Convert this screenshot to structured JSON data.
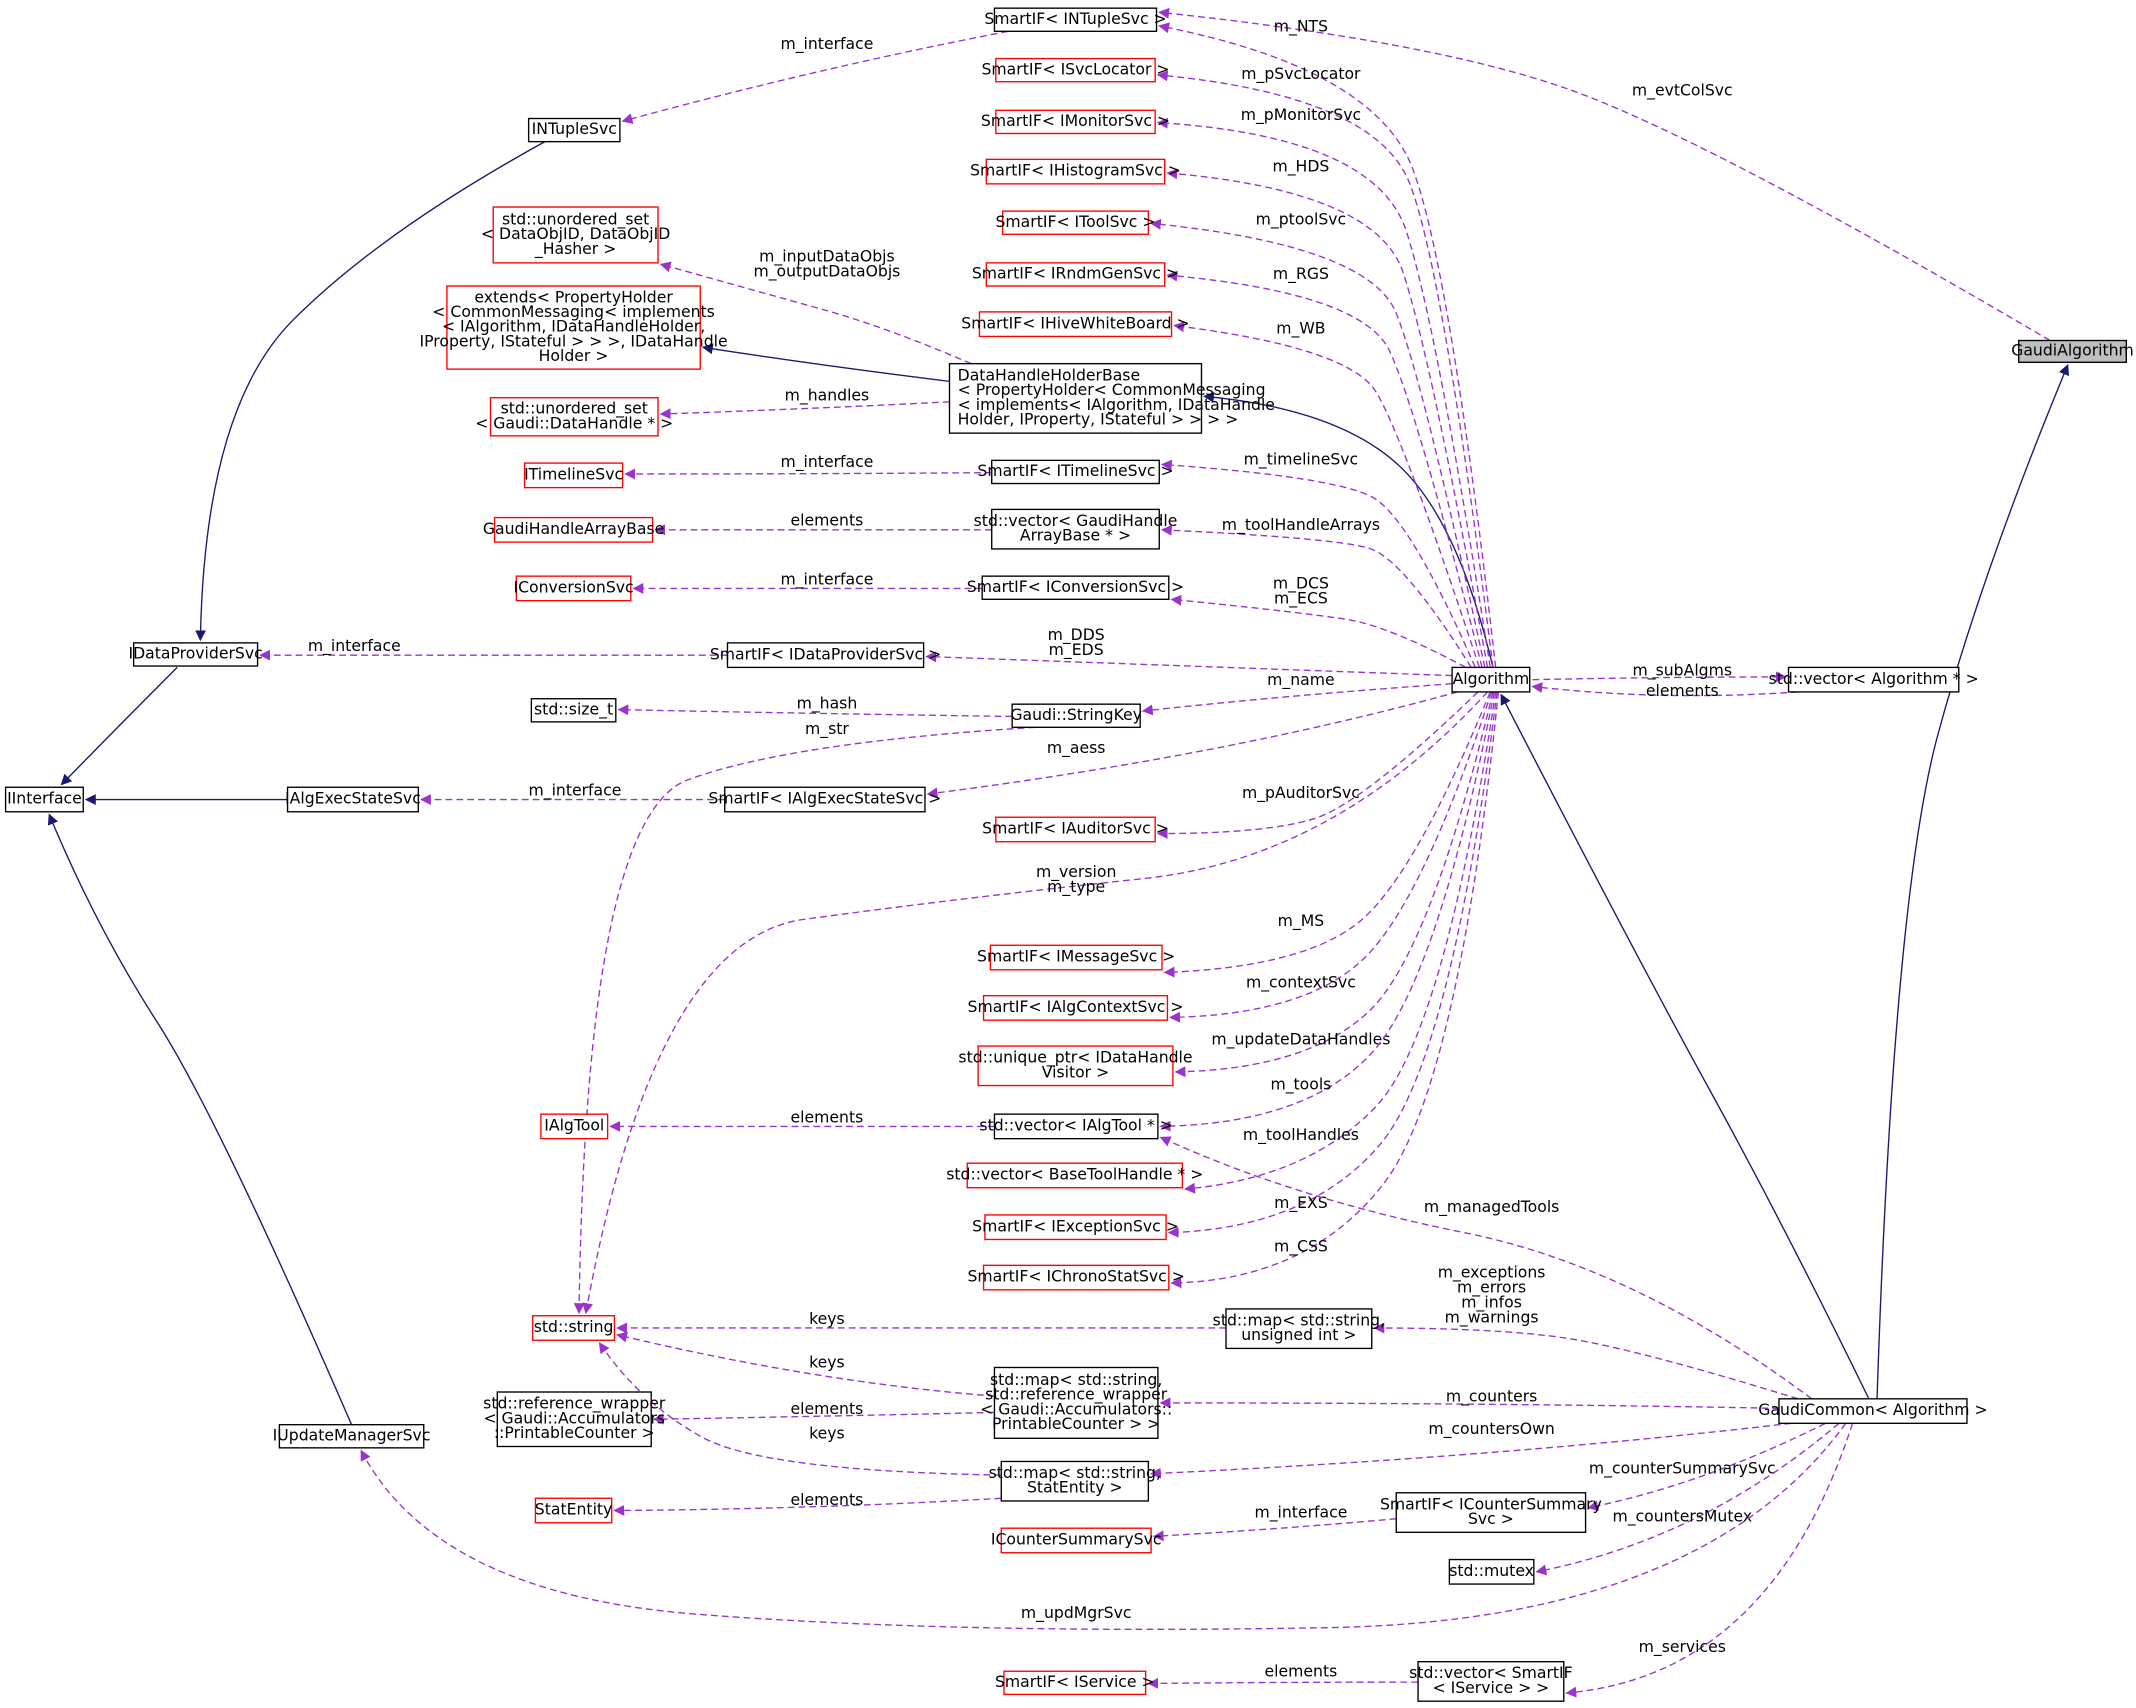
{
  "colors": {
    "inherit_edge": "#191970",
    "use_edge": "#9a32cd",
    "highlight_fill": "#bfbfbf",
    "missing_border": "#ff0000"
  },
  "nodes": [
    {
      "id": "GaudiAlgorithm",
      "lines": [
        "GaudiAlgorithm"
      ],
      "style": "gray"
    },
    {
      "id": "INTupleSvc",
      "lines": [
        "INTupleSvc"
      ],
      "style": "black"
    },
    {
      "id": "IDataProviderSvc",
      "lines": [
        "IDataProviderSvc"
      ],
      "style": "black"
    },
    {
      "id": "IInterface",
      "lines": [
        "IInterface"
      ],
      "style": "black"
    },
    {
      "id": "stdsize",
      "lines": [
        "std::size_t"
      ],
      "style": "black"
    },
    {
      "id": "IAlgExecStateSvc",
      "lines": [
        "IAlgExecStateSvc"
      ],
      "style": "black"
    },
    {
      "id": "IUpdateManagerSvc",
      "lines": [
        "IUpdateManagerSvc"
      ],
      "style": "black"
    },
    {
      "id": "uset_dataobj",
      "lines": [
        "std::unordered_set",
        "< DataObjID, DataObjID",
        "_Hasher >"
      ],
      "style": "red"
    },
    {
      "id": "extends",
      "lines": [
        "extends< PropertyHolder",
        "< CommonMessaging< implements",
        "< IAlgorithm, IDataHandleHolder,",
        "IProperty, IStateful > > >, IDataHandle",
        "Holder >"
      ],
      "style": "red"
    },
    {
      "id": "uset_handle",
      "lines": [
        "std::unordered_set",
        "< Gaudi::DataHandle * >"
      ],
      "style": "red"
    },
    {
      "id": "ITimelineSvc",
      "lines": [
        "ITimelineSvc"
      ],
      "style": "red"
    },
    {
      "id": "GaudiHandleArrayBase",
      "lines": [
        "GaudiHandleArrayBase"
      ],
      "style": "red"
    },
    {
      "id": "IConversionSvc",
      "lines": [
        "IConversionSvc"
      ],
      "style": "red"
    },
    {
      "id": "stdstring",
      "lines": [
        "std::string"
      ],
      "style": "red"
    },
    {
      "id": "refwrap",
      "lines": [
        "std::reference_wrapper",
        "< Gaudi::Accumulators",
        "::PrintableCounter >"
      ],
      "style": "black"
    },
    {
      "id": "StatEntity",
      "lines": [
        "StatEntity"
      ],
      "style": "red"
    },
    {
      "id": "IAlgTool",
      "lines": [
        "IAlgTool"
      ],
      "style": "red"
    },
    {
      "id": "sp_INTupleSvc",
      "lines": [
        "SmartIF< INTupleSvc >"
      ],
      "style": "black"
    },
    {
      "id": "sp_ISvcLocator",
      "lines": [
        "SmartIF< ISvcLocator >"
      ],
      "style": "red"
    },
    {
      "id": "sp_IMonitorSvc",
      "lines": [
        "SmartIF< IMonitorSvc >"
      ],
      "style": "red"
    },
    {
      "id": "sp_IHistogramSvc",
      "lines": [
        "SmartIF< IHistogramSvc >"
      ],
      "style": "red"
    },
    {
      "id": "sp_IToolSvc",
      "lines": [
        "SmartIF< IToolSvc >"
      ],
      "style": "red"
    },
    {
      "id": "sp_IRndmGenSvc",
      "lines": [
        "SmartIF< IRndmGenSvc >"
      ],
      "style": "red"
    },
    {
      "id": "sp_IHiveWhiteBoard",
      "lines": [
        "SmartIF< IHiveWhiteBoard >"
      ],
      "style": "red"
    },
    {
      "id": "DHHB",
      "lines": [
        "DataHandleHolderBase",
        "< PropertyHolder< CommonMessaging",
        "< implements< IAlgorithm, IDataHandle",
        "Holder, IProperty, IStateful > > > >"
      ],
      "style": "black"
    },
    {
      "id": "sp_ITimelineSvc",
      "lines": [
        "SmartIF< ITimelineSvc >"
      ],
      "style": "black"
    },
    {
      "id": "vec_GHAB",
      "lines": [
        "std::vector< GaudiHandle",
        "ArrayBase * >"
      ],
      "style": "black"
    },
    {
      "id": "sp_IConversionSvc",
      "lines": [
        "SmartIF< IConversionSvc >"
      ],
      "style": "black"
    },
    {
      "id": "sp_IDataProviderSvc",
      "lines": [
        "SmartIF< IDataProviderSvc >"
      ],
      "style": "black"
    },
    {
      "id": "StringKey",
      "lines": [
        "Gaudi::StringKey"
      ],
      "style": "black"
    },
    {
      "id": "sp_IAlgExecStateSvc",
      "lines": [
        "SmartIF< IAlgExecStateSvc >"
      ],
      "style": "black"
    },
    {
      "id": "sp_IAuditorSvc",
      "lines": [
        "SmartIF< IAuditorSvc >"
      ],
      "style": "red"
    },
    {
      "id": "sp_IMessageSvc",
      "lines": [
        "SmartIF< IMessageSvc >"
      ],
      "style": "red"
    },
    {
      "id": "sp_IAlgContextSvc",
      "lines": [
        "SmartIF< IAlgContextSvc >"
      ],
      "style": "red"
    },
    {
      "id": "uptr_visitor",
      "lines": [
        "std::unique_ptr< IDataHandle",
        "Visitor >"
      ],
      "style": "red"
    },
    {
      "id": "vec_IAlgTool",
      "lines": [
        "std::vector< IAlgTool * >"
      ],
      "style": "black"
    },
    {
      "id": "vec_BTH",
      "lines": [
        "std::vector< BaseToolHandle * >"
      ],
      "style": "red"
    },
    {
      "id": "sp_IExceptionSvc",
      "lines": [
        "SmartIF< IExceptionSvc >"
      ],
      "style": "red"
    },
    {
      "id": "sp_IChronoStatSvc",
      "lines": [
        "SmartIF< IChronoStatSvc >"
      ],
      "style": "red"
    },
    {
      "id": "map_uint",
      "lines": [
        "std::map< std::string,",
        "unsigned int >"
      ],
      "style": "black"
    },
    {
      "id": "map_refwrap",
      "lines": [
        "std::map< std::string,",
        "std::reference_wrapper",
        "< Gaudi::Accumulators::",
        "PrintableCounter > >"
      ],
      "style": "black"
    },
    {
      "id": "map_stat",
      "lines": [
        "std::map< std::string,",
        "StatEntity >"
      ],
      "style": "black"
    },
    {
      "id": "ICounterSummarySvc",
      "lines": [
        "ICounterSummarySvc"
      ],
      "style": "red"
    },
    {
      "id": "sp_IService",
      "lines": [
        "SmartIF< IService >"
      ],
      "style": "red"
    },
    {
      "id": "Algorithm",
      "lines": [
        "Algorithm"
      ],
      "style": "black"
    },
    {
      "id": "vec_Algorithm",
      "lines": [
        "std::vector< Algorithm * >"
      ],
      "style": "black"
    },
    {
      "id": "GaudiCommon",
      "lines": [
        "GaudiCommon< Algorithm >"
      ],
      "style": "black"
    },
    {
      "id": "sp_ICounterSummary",
      "lines": [
        "SmartIF< ICounterSummary",
        "Svc >"
      ],
      "style": "black"
    },
    {
      "id": "stdmutex",
      "lines": [
        "std::mutex"
      ],
      "style": "black"
    },
    {
      "id": "vec_IService",
      "lines": [
        "std::vector< SmartIF",
        "< IService > >"
      ],
      "style": "black"
    }
  ],
  "edges": [
    {
      "from": "GaudiCommon",
      "to": "GaudiAlgorithm",
      "kind": "inherit",
      "labels": []
    },
    {
      "from": "Algorithm",
      "to": "GaudiCommon",
      "kind": "inherit",
      "labels": []
    },
    {
      "from": "DHHB",
      "to": "Algorithm",
      "kind": "inherit",
      "labels": []
    },
    {
      "from": "extends",
      "to": "DHHB",
      "kind": "inherit",
      "labels": []
    },
    {
      "from": "INTupleSvc",
      "to": "IDataProviderSvc",
      "kind": "inherit",
      "labels": []
    },
    {
      "from": "IDataProviderSvc",
      "to": "IInterface",
      "kind": "inherit",
      "labels": []
    },
    {
      "from": "IAlgExecStateSvc",
      "to": "IInterface",
      "kind": "inherit",
      "labels": []
    },
    {
      "from": "IUpdateManagerSvc",
      "to": "IInterface",
      "kind": "inherit",
      "labels": []
    },
    {
      "from": "sp_INTupleSvc",
      "to": "INTupleSvc",
      "kind": "use",
      "labels": [
        "m_interface"
      ]
    },
    {
      "from": "GaudiAlgorithm",
      "to": "sp_INTupleSvc",
      "kind": "use",
      "labels": [
        "m_evtColSvc"
      ]
    },
    {
      "from": "Algorithm",
      "to": "sp_INTupleSvc",
      "kind": "use",
      "labels": [
        "m_NTS"
      ]
    },
    {
      "from": "Algorithm",
      "to": "sp_ISvcLocator",
      "kind": "use",
      "labels": [
        "m_pSvcLocator"
      ]
    },
    {
      "from": "Algorithm",
      "to": "sp_IMonitorSvc",
      "kind": "use",
      "labels": [
        "m_pMonitorSvc"
      ]
    },
    {
      "from": "Algorithm",
      "to": "sp_IHistogramSvc",
      "kind": "use",
      "labels": [
        "m_HDS"
      ]
    },
    {
      "from": "Algorithm",
      "to": "sp_IToolSvc",
      "kind": "use",
      "labels": [
        "m_ptoolSvc"
      ]
    },
    {
      "from": "Algorithm",
      "to": "sp_IRndmGenSvc",
      "kind": "use",
      "labels": [
        "m_RGS"
      ]
    },
    {
      "from": "Algorithm",
      "to": "sp_IHiveWhiteBoard",
      "kind": "use",
      "labels": [
        "m_WB"
      ]
    },
    {
      "from": "DHHB",
      "to": "uset_dataobj",
      "kind": "use",
      "labels": [
        "m_inputDataObjs",
        "m_outputDataObjs"
      ]
    },
    {
      "from": "DHHB",
      "to": "uset_handle",
      "kind": "use",
      "labels": [
        "m_handles"
      ]
    },
    {
      "from": "sp_ITimelineSvc",
      "to": "ITimelineSvc",
      "kind": "use",
      "labels": [
        "m_interface"
      ]
    },
    {
      "from": "Algorithm",
      "to": "sp_ITimelineSvc",
      "kind": "use",
      "labels": [
        "m_timelineSvc"
      ]
    },
    {
      "from": "vec_GHAB",
      "to": "GaudiHandleArrayBase",
      "kind": "use",
      "labels": [
        "elements"
      ]
    },
    {
      "from": "Algorithm",
      "to": "vec_GHAB",
      "kind": "use",
      "labels": [
        "m_toolHandleArrays"
      ]
    },
    {
      "from": "sp_IConversionSvc",
      "to": "IConversionSvc",
      "kind": "use",
      "labels": [
        "m_interface"
      ]
    },
    {
      "from": "Algorithm",
      "to": "sp_IConversionSvc",
      "kind": "use",
      "labels": [
        "m_DCS",
        "m_ECS"
      ]
    },
    {
      "from": "sp_IDataProviderSvc",
      "to": "IDataProviderSvc",
      "kind": "use",
      "labels": [
        "m_interface"
      ]
    },
    {
      "from": "Algorithm",
      "to": "sp_IDataProviderSvc",
      "kind": "use",
      "labels": [
        "m_DDS",
        "m_EDS"
      ]
    },
    {
      "from": "StringKey",
      "to": "stdsize",
      "kind": "use",
      "labels": [
        "m_hash"
      ]
    },
    {
      "from": "StringKey",
      "to": "stdstring",
      "kind": "use",
      "labels": [
        "m_str"
      ]
    },
    {
      "from": "Algorithm",
      "to": "StringKey",
      "kind": "use",
      "labels": [
        "m_name"
      ]
    },
    {
      "from": "sp_IAlgExecStateSvc",
      "to": "IAlgExecStateSvc",
      "kind": "use",
      "labels": [
        "m_interface"
      ]
    },
    {
      "from": "Algorithm",
      "to": "sp_IAlgExecStateSvc",
      "kind": "use",
      "labels": [
        "m_aess"
      ]
    },
    {
      "from": "Algorithm",
      "to": "sp_IAuditorSvc",
      "kind": "use",
      "labels": [
        "m_pAuditorSvc"
      ]
    },
    {
      "from": "Algorithm",
      "to": "stdstring",
      "kind": "use",
      "labels": [
        "m_version",
        "m_type"
      ]
    },
    {
      "from": "Algorithm",
      "to": "sp_IMessageSvc",
      "kind": "use",
      "labels": [
        "m_MS"
      ]
    },
    {
      "from": "Algorithm",
      "to": "sp_IAlgContextSvc",
      "kind": "use",
      "labels": [
        "m_contextSvc"
      ]
    },
    {
      "from": "Algorithm",
      "to": "uptr_visitor",
      "kind": "use",
      "labels": [
        "m_updateDataHandles"
      ]
    },
    {
      "from": "Algorithm",
      "to": "vec_IAlgTool",
      "kind": "use",
      "labels": [
        "m_tools"
      ]
    },
    {
      "from": "vec_IAlgTool",
      "to": "IAlgTool",
      "kind": "use",
      "labels": [
        "elements"
      ]
    },
    {
      "from": "Algorithm",
      "to": "vec_BTH",
      "kind": "use",
      "labels": [
        "m_toolHandles"
      ]
    },
    {
      "from": "Algorithm",
      "to": "sp_IExceptionSvc",
      "kind": "use",
      "labels": [
        "m_EXS"
      ]
    },
    {
      "from": "Algorithm",
      "to": "sp_IChronoStatSvc",
      "kind": "use",
      "labels": [
        "m_CSS"
      ]
    },
    {
      "from": "Algorithm",
      "to": "vec_Algorithm",
      "kind": "use",
      "labels": [
        "m_subAlgms"
      ]
    },
    {
      "from": "vec_Algorithm",
      "to": "Algorithm",
      "kind": "use",
      "labels": [
        "elements"
      ]
    },
    {
      "from": "GaudiCommon",
      "to": "vec_IAlgTool",
      "kind": "use",
      "labels": [
        "m_managedTools"
      ]
    },
    {
      "from": "map_uint",
      "to": "stdstring",
      "kind": "use",
      "labels": [
        "keys"
      ]
    },
    {
      "from": "GaudiCommon",
      "to": "map_uint",
      "kind": "use",
      "labels": [
        "m_exceptions",
        "m_errors",
        "m_infos",
        "m_warnings"
      ]
    },
    {
      "from": "map_refwrap",
      "to": "stdstring",
      "kind": "use",
      "labels": [
        "keys"
      ]
    },
    {
      "from": "map_refwrap",
      "to": "refwrap",
      "kind": "use",
      "labels": [
        "elements"
      ]
    },
    {
      "from": "GaudiCommon",
      "to": "map_refwrap",
      "kind": "use",
      "labels": [
        "m_counters"
      ]
    },
    {
      "from": "map_stat",
      "to": "stdstring",
      "kind": "use",
      "labels": [
        "keys"
      ]
    },
    {
      "from": "map_stat",
      "to": "StatEntity",
      "kind": "use",
      "labels": [
        "elements"
      ]
    },
    {
      "from": "GaudiCommon",
      "to": "map_stat",
      "kind": "use",
      "labels": [
        "m_countersOwn"
      ]
    },
    {
      "from": "sp_ICounterSummary",
      "to": "ICounterSummarySvc",
      "kind": "use",
      "labels": [
        "m_interface"
      ]
    },
    {
      "from": "GaudiCommon",
      "to": "sp_ICounterSummary",
      "kind": "use",
      "labels": [
        "m_counterSummarySvc"
      ]
    },
    {
      "from": "GaudiCommon",
      "to": "stdmutex",
      "kind": "use",
      "labels": [
        "m_countersMutex"
      ]
    },
    {
      "from": "GaudiCommon",
      "to": "IUpdateManagerSvc",
      "kind": "use",
      "labels": [
        "m_updMgrSvc"
      ]
    },
    {
      "from": "GaudiCommon",
      "to": "vec_IService",
      "kind": "use",
      "labels": [
        "m_services"
      ]
    },
    {
      "from": "vec_IService",
      "to": "sp_IService",
      "kind": "use",
      "labels": [
        "elements"
      ]
    }
  ]
}
